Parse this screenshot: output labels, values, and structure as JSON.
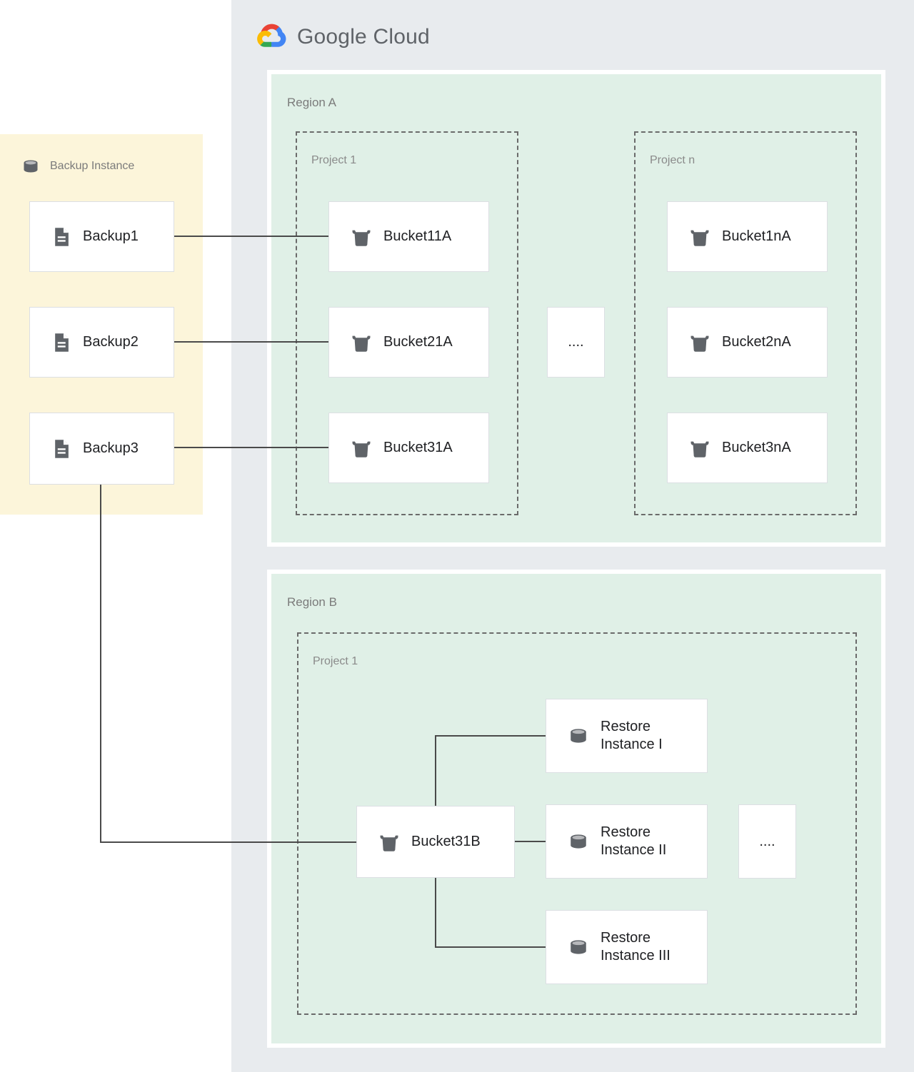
{
  "brand": {
    "name": "Google Cloud",
    "word_google": "Google",
    "word_cloud": "Cloud",
    "logo_icon": "google-cloud-logo-icon",
    "colors": {
      "red": "#EA4335",
      "blue": "#4285F4",
      "yellow": "#FBBC05",
      "green": "#34A853",
      "panel_bg": "#e8ebee",
      "region_bg": "#e0f0e7",
      "backup_bg": "#fcf5da",
      "card_bg": "#ffffff",
      "card_border": "#dcdfe3",
      "icon_gray": "#5f6368",
      "label_gray": "#7b7b7b",
      "text_dark": "#202124",
      "edge_line": "#4a4a4a"
    }
  },
  "backup_panel": {
    "title": "Backup Instance",
    "title_icon": "database-cylinder-icon",
    "items": [
      {
        "label": "Backup1",
        "icon": "document-icon"
      },
      {
        "label": "Backup2",
        "icon": "document-icon"
      },
      {
        "label": "Backup3",
        "icon": "document-icon"
      }
    ]
  },
  "regions": [
    {
      "label": "Region A",
      "projects": [
        {
          "label": "Project 1",
          "nodes": [
            {
              "label": "Bucket11A",
              "icon": "storage-bucket-icon"
            },
            {
              "label": "Bucket21A",
              "icon": "storage-bucket-icon"
            },
            {
              "label": "Bucket31A",
              "icon": "storage-bucket-icon"
            }
          ]
        },
        {
          "label": "Project n",
          "nodes": [
            {
              "label": "Bucket1nA",
              "icon": "storage-bucket-icon"
            },
            {
              "label": "Bucket2nA",
              "icon": "storage-bucket-icon"
            },
            {
              "label": "Bucket3nA",
              "icon": "storage-bucket-icon"
            }
          ]
        }
      ],
      "ellipsis": "...."
    },
    {
      "label": "Region B",
      "projects": [
        {
          "label": "Project 1",
          "nodes": [
            {
              "label": "Bucket31B",
              "icon": "storage-bucket-icon"
            },
            {
              "label": "Restore\nInstance I",
              "icon": "database-cylinder-icon"
            },
            {
              "label": "Restore\nInstance II",
              "icon": "database-cylinder-icon"
            },
            {
              "label": "Restore\nInstance III",
              "icon": "database-cylinder-icon"
            }
          ]
        }
      ],
      "ellipsis": "...."
    }
  ],
  "connections": [
    {
      "from": "Backup1",
      "to": "Bucket11A"
    },
    {
      "from": "Backup2",
      "to": "Bucket21A"
    },
    {
      "from": "Backup3",
      "to": "Bucket31A"
    },
    {
      "from": "Backup3",
      "to": "Bucket31B"
    },
    {
      "from": "Bucket31B",
      "to": "Restore Instance I"
    },
    {
      "from": "Bucket31B",
      "to": "Restore Instance II"
    },
    {
      "from": "Bucket31B",
      "to": "Restore Instance III"
    }
  ]
}
